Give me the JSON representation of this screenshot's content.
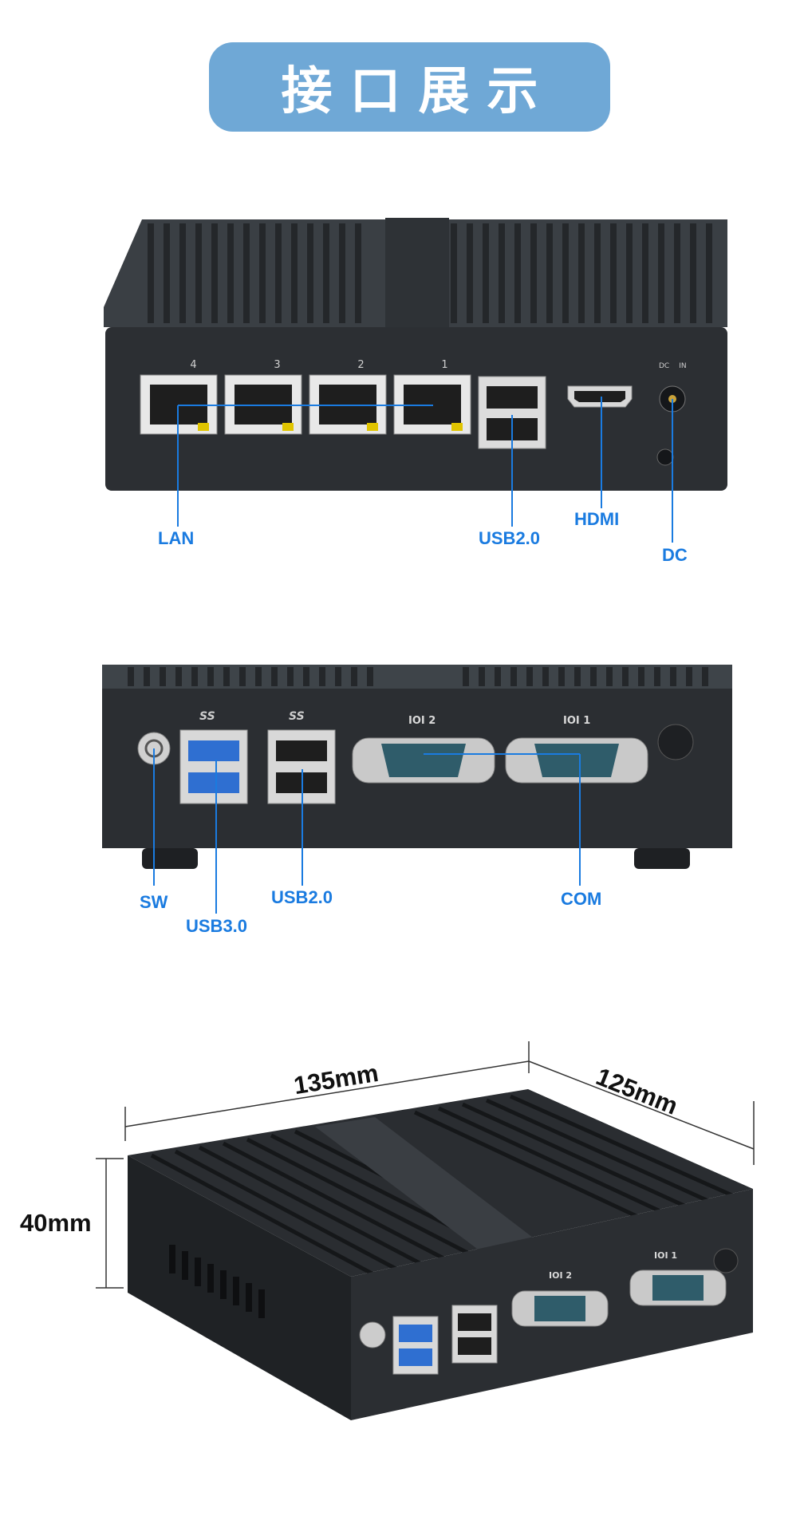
{
  "banner": {
    "title": "接口展示"
  },
  "front_view": {
    "port_numbers": [
      "4",
      "3",
      "2",
      "1"
    ],
    "dc_in_labels": [
      "DC",
      "IN"
    ],
    "callouts": {
      "lan": "LAN",
      "usb2": "USB2.0",
      "hdmi": "HDMI",
      "dc": "DC"
    }
  },
  "rear_view": {
    "usb3_logo": "SS",
    "usb2_logo": "SS",
    "com_labels": [
      "IOI 2",
      "IOI 1"
    ],
    "callouts": {
      "sw": "SW",
      "usb3": "USB3.0",
      "usb2": "USB2.0",
      "com": "COM"
    }
  },
  "dimensions_view": {
    "width": "135mm",
    "depth": "125mm",
    "height": "40mm",
    "com_labels": [
      "IOI 2",
      "IOI 1"
    ]
  },
  "colors": {
    "banner": "#6fa8d6",
    "callout_blue": "#1a7be0",
    "device_body": "#2c2f33",
    "usb3_blue": "#2f6fd1"
  }
}
